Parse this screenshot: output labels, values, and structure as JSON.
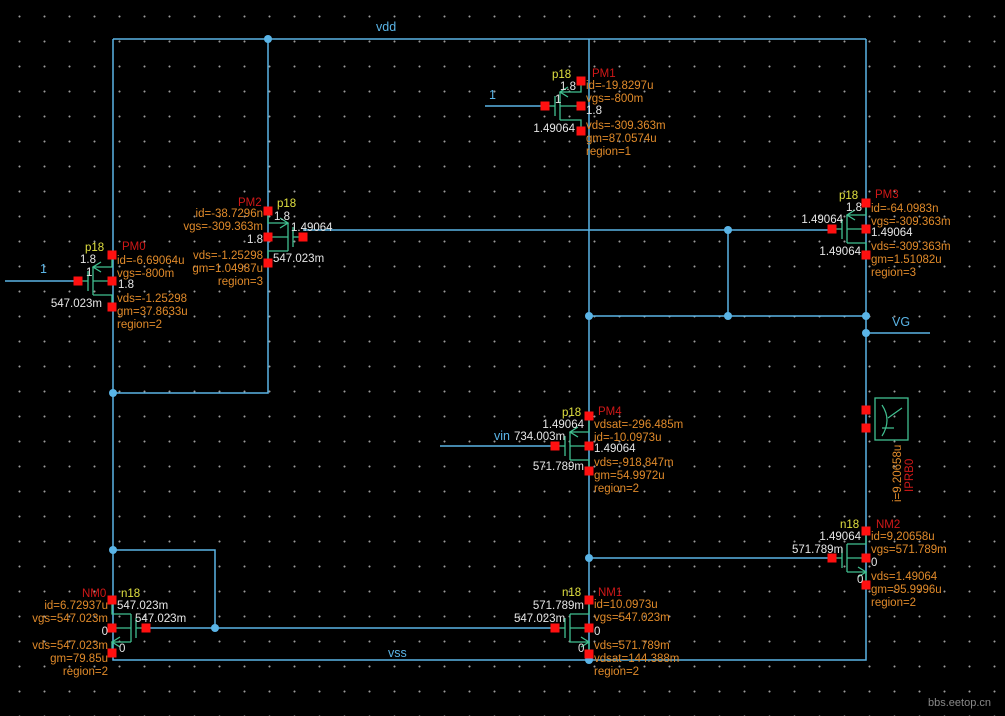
{
  "colors": {
    "wire": "#5ab4e6",
    "pin": "#ff1010",
    "symbol": "#40c090",
    "param": "#e08a2a",
    "node": "#e6e6e6",
    "device_name": "#d01818",
    "device_type": "#e0e040",
    "background": "#000000"
  },
  "nets": {
    "vdd": "vdd",
    "vss": "vss",
    "vg": "VG",
    "vin": "vin",
    "pm0_in": "1",
    "pm1_in": "1"
  },
  "devices": [
    {
      "id": "PM0",
      "name": "PM0",
      "type": "p18",
      "upper": [
        "id=-6.69064u",
        "vgs=-800m"
      ],
      "body": "1.8",
      "lower": [
        "vds=-1.25298",
        "gm=37.8633u",
        "region=2"
      ],
      "drain": "1.8",
      "gate": "1",
      "source": "547.023m"
    },
    {
      "id": "PM2",
      "name": "PM2",
      "type": "p18",
      "upper": [
        "id=-38.7296n",
        "vgs=-309.363m"
      ],
      "body": "1.8",
      "lower": [
        "vds=-1.25298",
        "gm=1.04987u",
        "region=3"
      ],
      "drain": "1.8",
      "gate": "1.49064",
      "source": "547.023m"
    },
    {
      "id": "PM1",
      "name": "PM1",
      "type": "p18",
      "upper": [
        "id=-19.8297u",
        "vgs=-800m"
      ],
      "body": "1.8",
      "lower": [
        "vds=-309.363m",
        "gm=87.0574u",
        "region=1"
      ],
      "drain": "1.8",
      "gate": "1",
      "source": "1.49064"
    },
    {
      "id": "PM3",
      "name": "PM3",
      "type": "p18",
      "upper": [
        "id=-64.0983n",
        "vgs=-309.363m"
      ],
      "body": "1.49064",
      "lower": [
        "vds=-309.363m",
        "gm=1.51082u",
        "region=3"
      ],
      "drain": "1.8",
      "gate": "1.49064",
      "source": "1.49064"
    },
    {
      "id": "PM4",
      "name": "PM4",
      "type": "p18",
      "upper": [
        "vdsat=-296.485m",
        "id=-10.0973u"
      ],
      "body": "1.49064",
      "lower": [
        "vds=-918.847m",
        "gm=54.9972u",
        "region=2"
      ],
      "drain": "1.49064",
      "gate": "734.003m",
      "source": "571.789m"
    },
    {
      "id": "NM2",
      "name": "NM2",
      "type": "n18",
      "upper": [
        "id=9.20658u",
        "vgs=571.789m"
      ],
      "body": "0",
      "lower": [
        "vds=1.49064",
        "gm=95.9996u",
        "region=2"
      ],
      "drain": "1.49064",
      "gate": "571.789m",
      "source": "0"
    },
    {
      "id": "NM1",
      "name": "NM1",
      "type": "n18",
      "upper": [
        "id=10.0973u",
        "vgs=547.023m"
      ],
      "body": "0",
      "lower": [
        "vds=571.789m",
        "vdsat=144.388m",
        "region=2"
      ],
      "drain": "571.789m",
      "gate": "547.023m",
      "source": "0"
    },
    {
      "id": "NM0",
      "name": "NM0",
      "type": "n18",
      "upper": [
        "id=6.72937u",
        "vgs=547.023m"
      ],
      "body": "0",
      "lower": [
        "vds=547.023m",
        "gm=79.85u",
        "region=2"
      ],
      "drain": "547.023m",
      "gate": "547.023m",
      "source": "0"
    }
  ],
  "probe": {
    "name": "IPRB0",
    "current": "i=9.20658u"
  },
  "watermark": "bbs.eetop.cn"
}
